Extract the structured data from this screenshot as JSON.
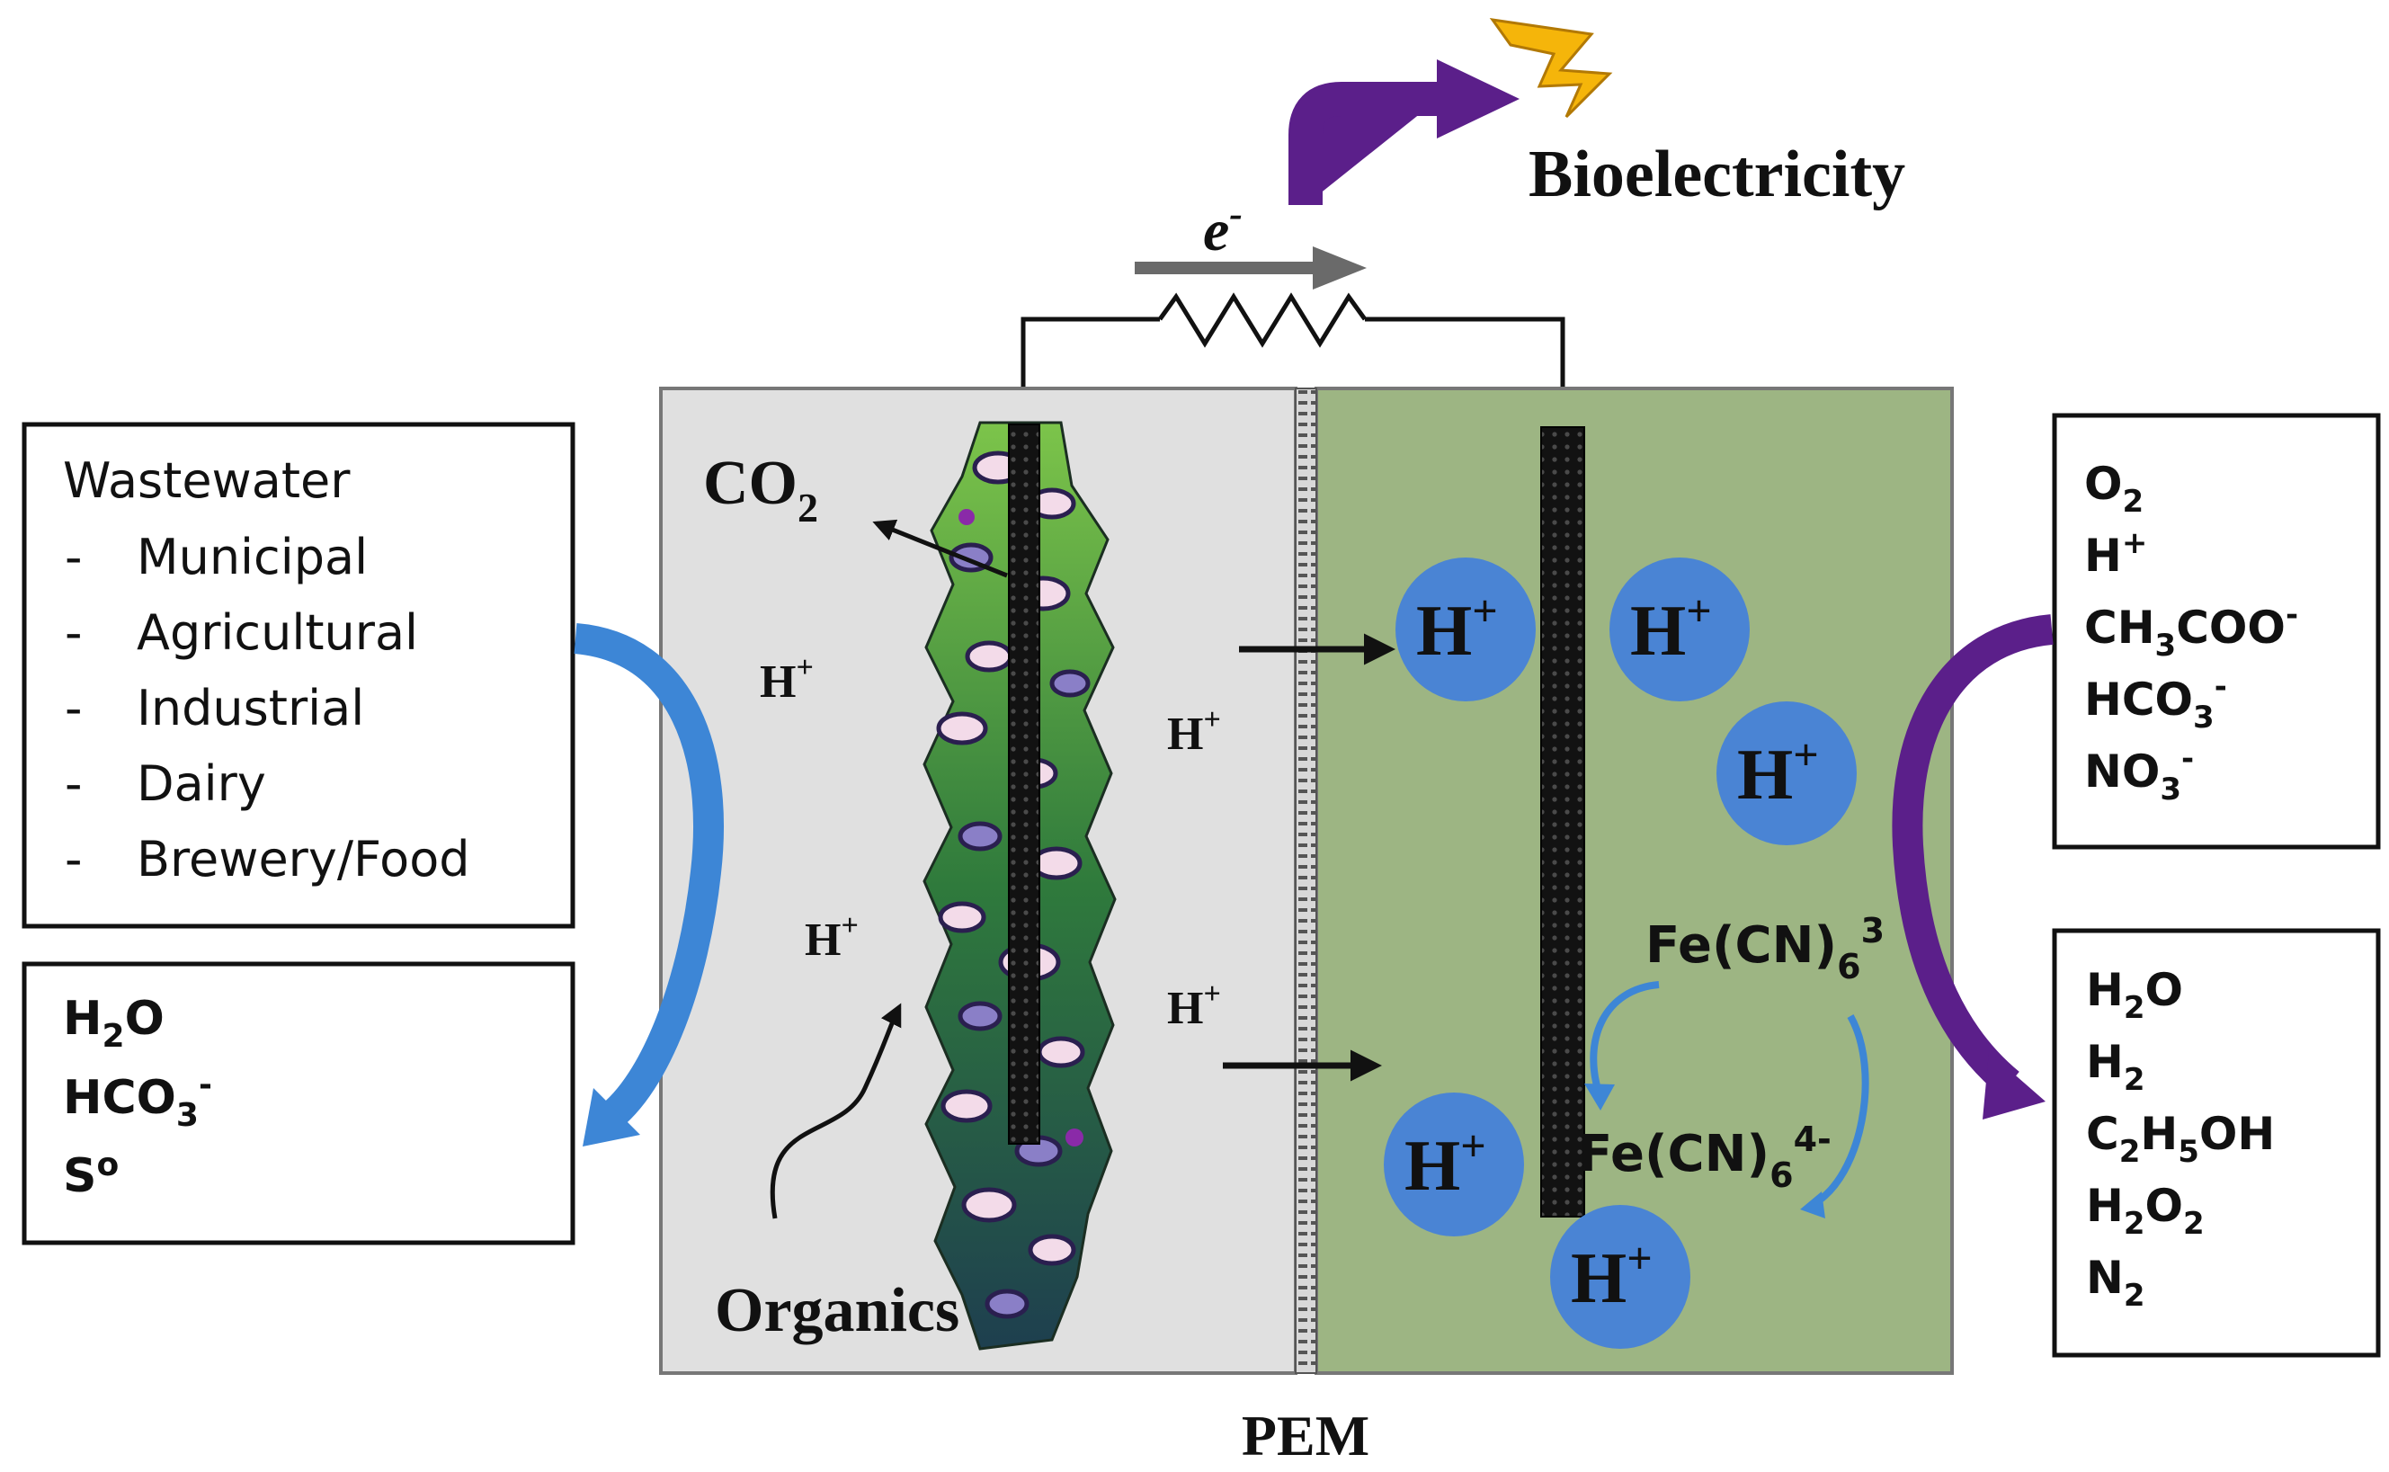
{
  "top": {
    "output_label": "Bioelectricity",
    "electron_base": "e",
    "electron_sup": "-"
  },
  "left_input_box": {
    "title": "Wastewater",
    "bullet": "-",
    "items": [
      "Municipal",
      "Agricultural",
      "Industrial",
      "Dairy",
      "Brewery/Food"
    ]
  },
  "left_output_box": {
    "line1": {
      "a": "H",
      "sub": "2",
      "b": "O"
    },
    "line2": {
      "a": "HCO",
      "sub": "3",
      "sup": "-"
    },
    "line3": {
      "a": "S",
      "sup": "o"
    }
  },
  "anode": {
    "co2": {
      "base": "CO",
      "sub": "2"
    },
    "proton": {
      "base": "H",
      "sup": "+"
    },
    "organics": "Organics"
  },
  "membrane_label": "PEM",
  "cathode": {
    "proton": {
      "base": "H",
      "sup": "+"
    },
    "ferricyanide": {
      "base": "Fe(CN)",
      "sub": "6",
      "sup": "3"
    },
    "ferrocyanide": {
      "base": "Fe(CN)",
      "sub": "6",
      "sup": "4-"
    }
  },
  "right_top_box": {
    "o2": {
      "base": "O",
      "sub": "2"
    },
    "h": {
      "base": "H",
      "sup": "+"
    },
    "acetate": {
      "a": "CH",
      "sub": "3",
      "b": "COO",
      "sup": "-"
    },
    "bicarbonate": {
      "a": "HCO",
      "sub": "3",
      "sup": "-"
    },
    "nitrate": {
      "a": "NO",
      "sub": "3",
      "sup": "-"
    }
  },
  "right_bottom_box": {
    "water": {
      "a": "H",
      "sub": "2",
      "b": "O"
    },
    "hydrogen": {
      "a": "H",
      "sub": "2"
    },
    "ethanol": {
      "a": "C",
      "sub1": "2",
      "b": "H",
      "sub2": "5",
      "c": "OH"
    },
    "peroxide": {
      "a": "H",
      "sub1": "2",
      "b": "O",
      "sub2": "2"
    },
    "nitrogen": {
      "a": "N",
      "sub": "2"
    }
  },
  "colors": {
    "anode_chamber": "#e0e0e0",
    "cathode_chamber": "#9db583",
    "proton_bubble": "#4a84d4",
    "purple_arrow": "#5b1f8a",
    "blue_arrow": "#3d86d6",
    "bolt": "#f5b50a",
    "electrode": "#151515",
    "biofilm": "#3f8a3a"
  },
  "icons": [
    "lightning-bolt-icon",
    "resistor-icon",
    "curved-arrow-icon"
  ]
}
